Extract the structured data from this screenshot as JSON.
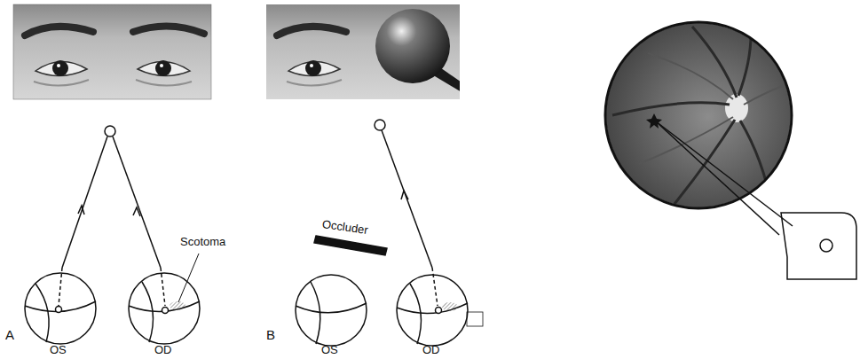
{
  "diagram": {
    "labels": [
      "Scotoma",
      "A",
      "OS",
      "OD",
      "Occluder",
      "B",
      "OS",
      "OD"
    ]
  }
}
